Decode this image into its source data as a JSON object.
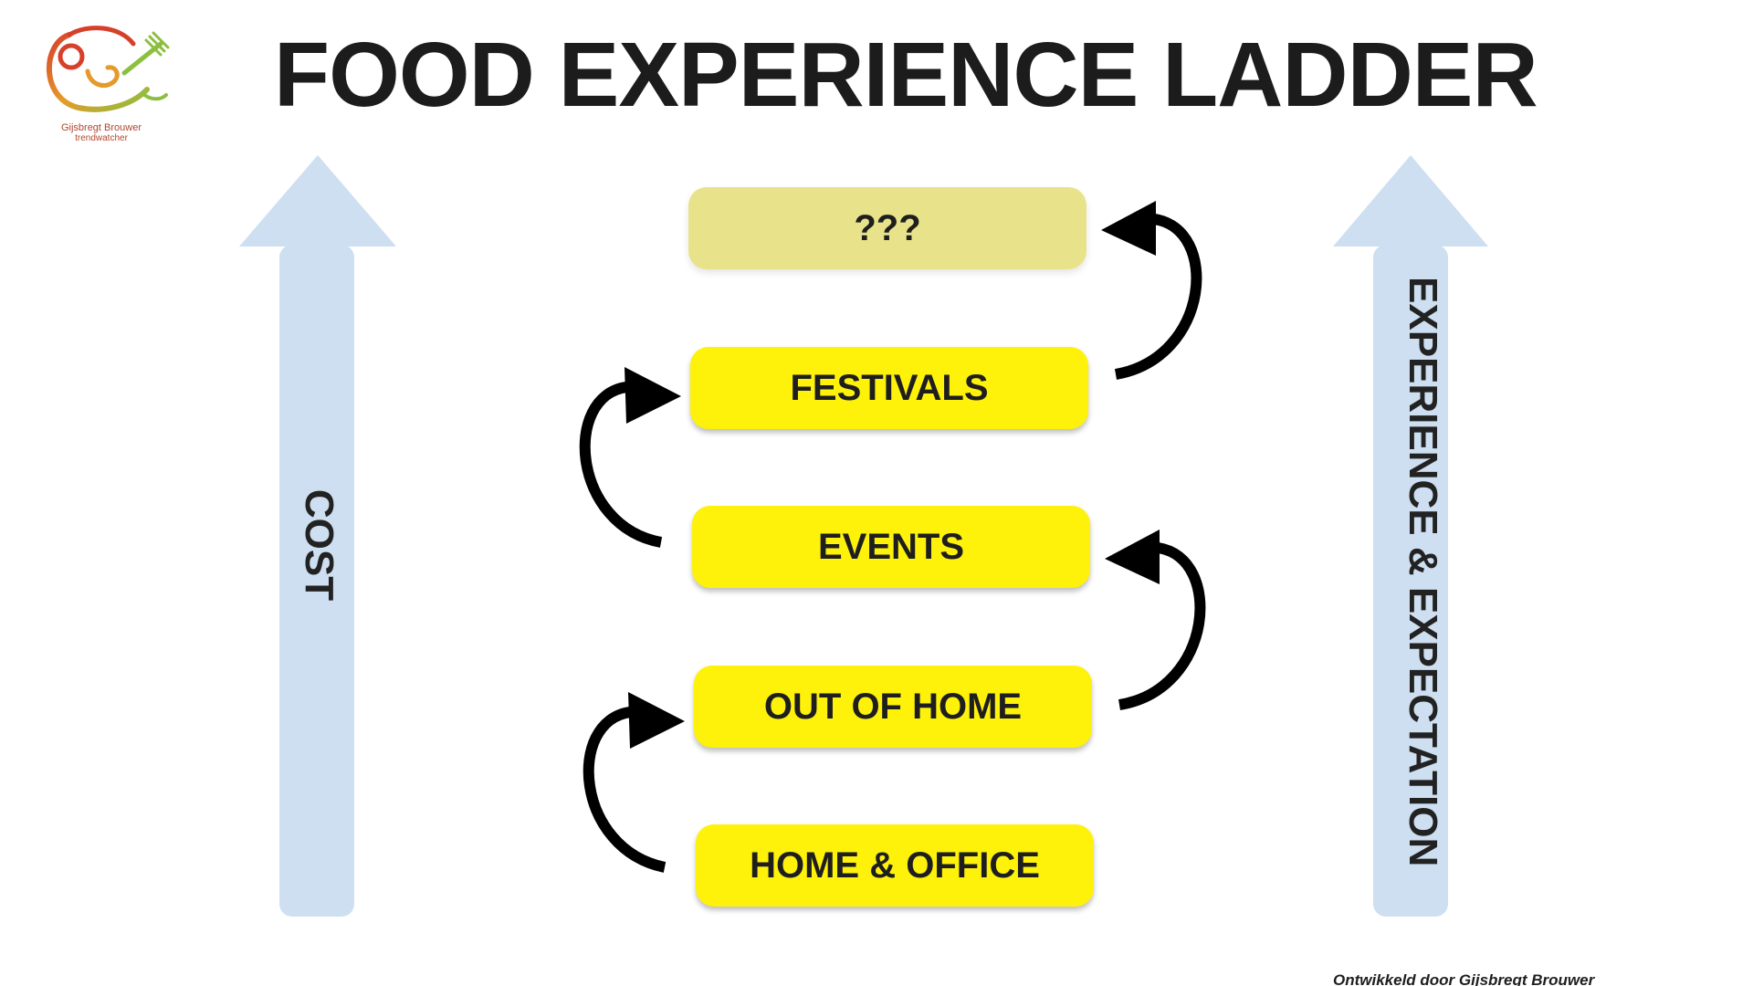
{
  "title": "FOOD EXPERIENCE LADDER",
  "logo": {
    "name": "Gijsbregt Brouwer",
    "subtitle": "trendwatcher",
    "icon": "fork-snake-logo-icon"
  },
  "axes": {
    "left_label": "COST",
    "right_label": "EXPERIENCE & EXPECTATION",
    "arrow_color": "#cddff0"
  },
  "steps": [
    {
      "label": "???",
      "color": "#e8e38a"
    },
    {
      "label": "FESTIVALS",
      "color": "#fef10a"
    },
    {
      "label": "EVENTS",
      "color": "#fef10a"
    },
    {
      "label": "OUT OF HOME",
      "color": "#fef10a"
    },
    {
      "label": "HOME & OFFICE",
      "color": "#fef10a"
    }
  ],
  "connector_icon": "curved-arrow-icon",
  "credit": "Ontwikkeld door Gijsbregt Brouwer"
}
